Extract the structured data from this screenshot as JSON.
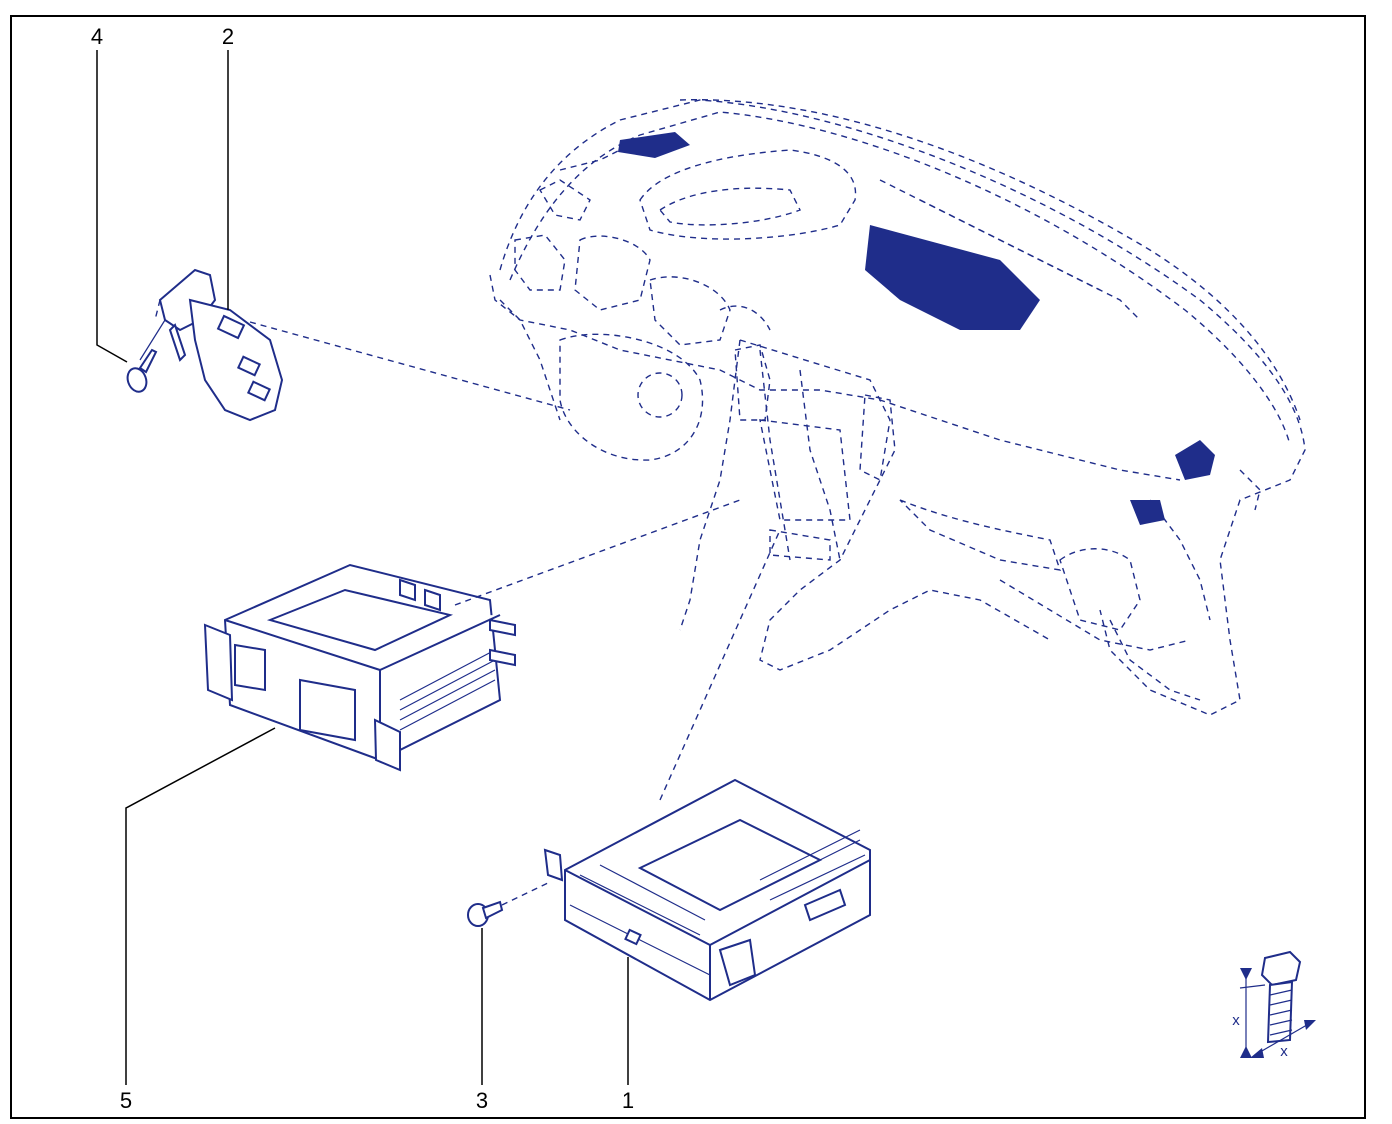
{
  "diagram": {
    "callouts": [
      {
        "id": "1",
        "label": "1"
      },
      {
        "id": "2",
        "label": "2"
      },
      {
        "id": "3",
        "label": "3"
      },
      {
        "id": "4",
        "label": "4"
      },
      {
        "id": "5",
        "label": "5"
      }
    ],
    "torque_symbol": {
      "label_a": "x",
      "label_b": "x"
    }
  },
  "colors": {
    "ink": "#1f2d8a",
    "leader": "#000000",
    "frame": "#000000",
    "background": "#ffffff"
  }
}
